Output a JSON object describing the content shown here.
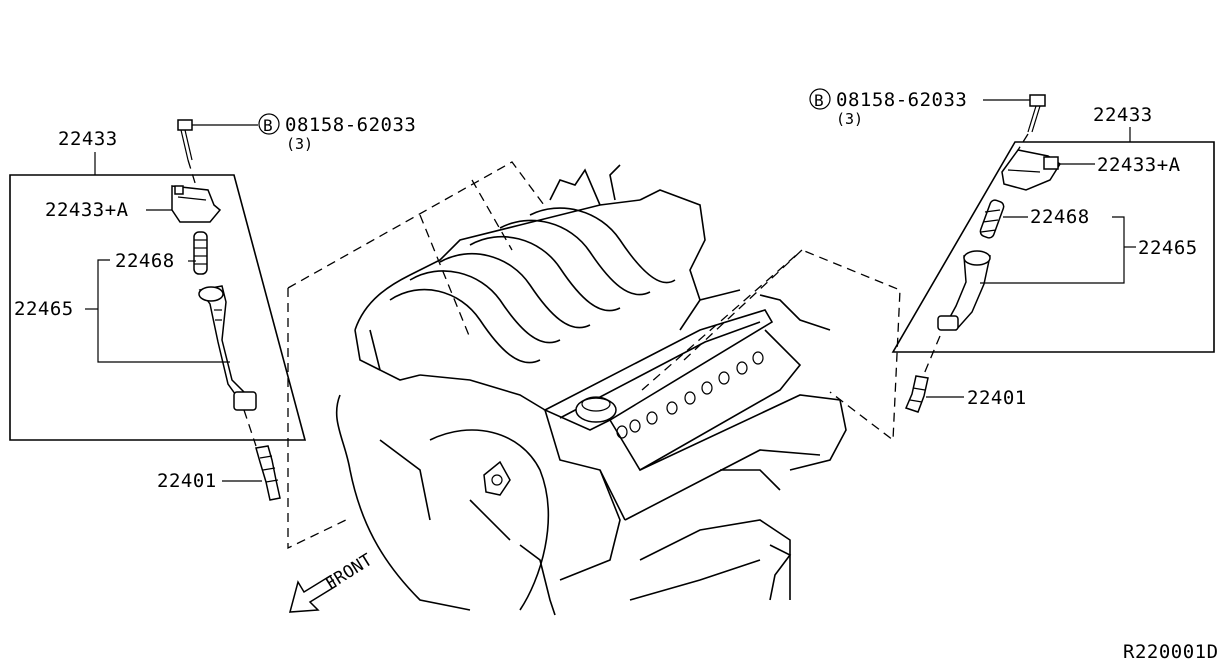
{
  "diagram_code": "R220001D",
  "front_label": "FRONT",
  "bolt_symbol": "B",
  "left": {
    "bolt_part": "08158-62033",
    "bolt_qty": "(3)",
    "coil_assembly": "22433",
    "coil_sub": "22433+A",
    "spring": "22468",
    "boot_assembly": "22465",
    "spark_plug": "22401"
  },
  "right": {
    "bolt_part": "08158-62033",
    "bolt_qty": "(3)",
    "coil_assembly": "22433",
    "coil_sub": "22433+A",
    "spring": "22468",
    "boot_assembly": "22465",
    "spark_plug": "22401"
  },
  "icons": [
    "bolt-b-icon",
    "front-arrow-icon"
  ]
}
